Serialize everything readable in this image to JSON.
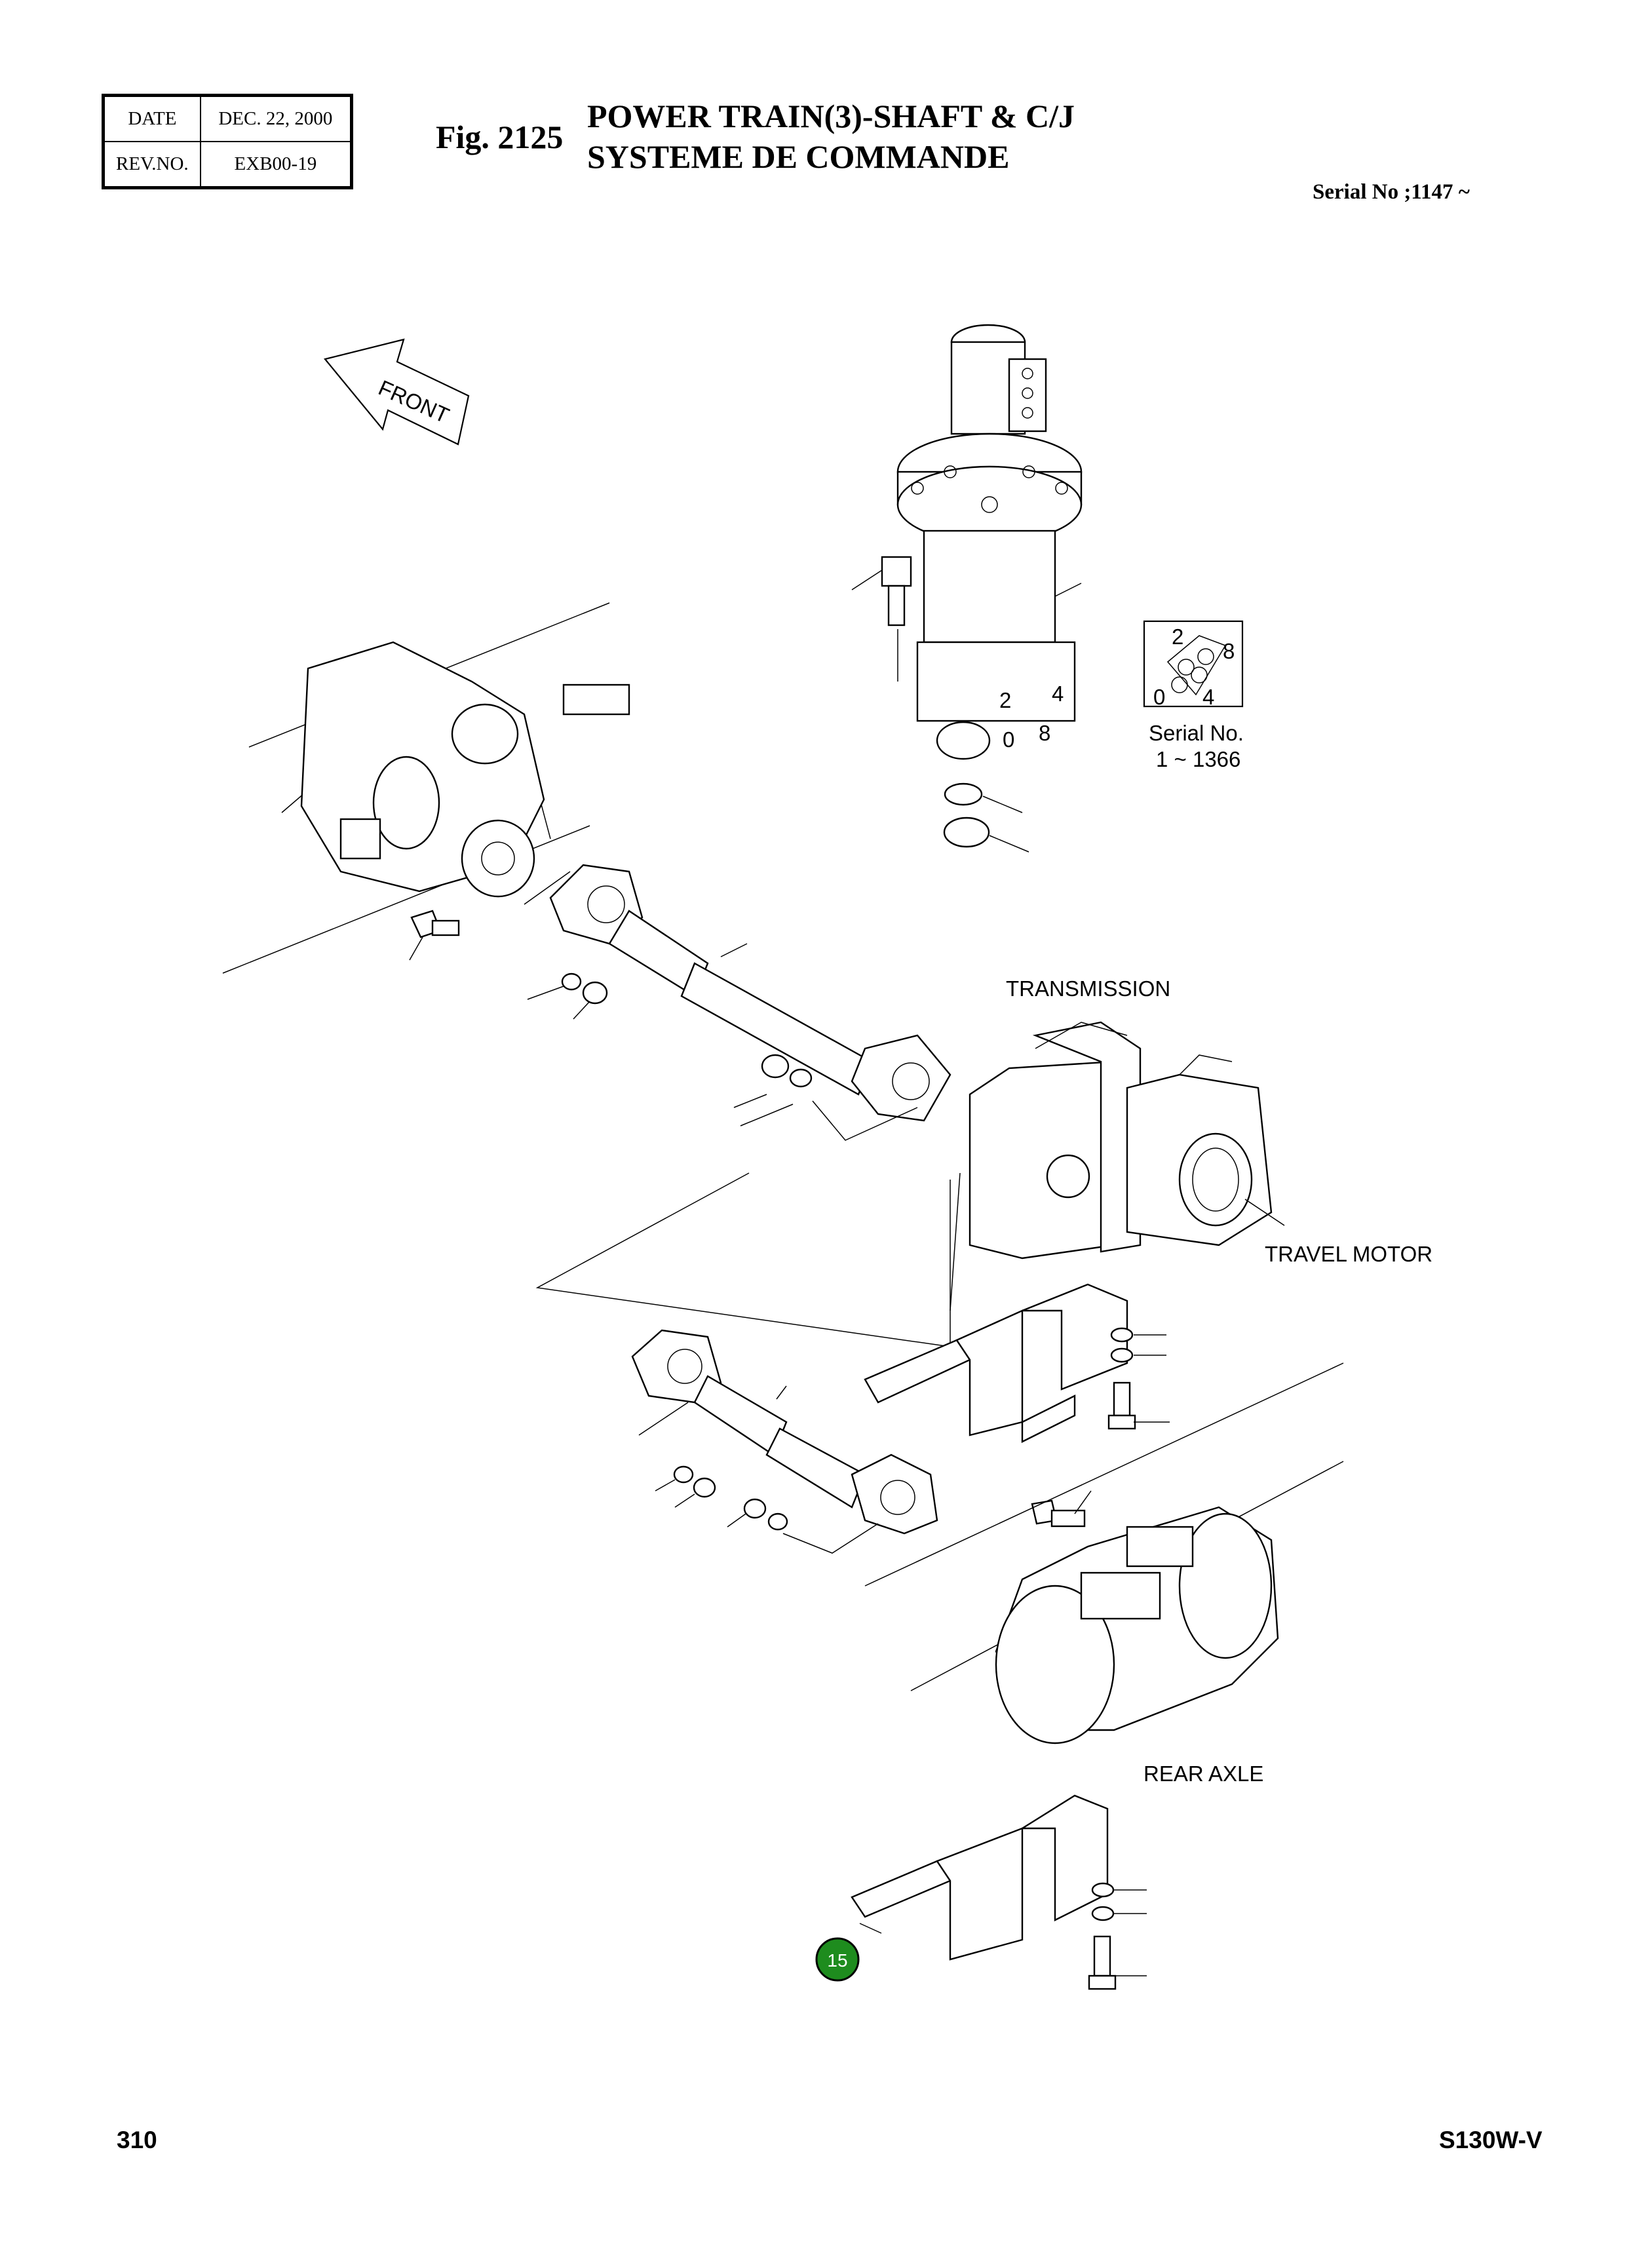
{
  "header": {
    "date_label": "DATE",
    "date_value": "DEC. 22, 2000",
    "rev_label": "REV.NO.",
    "rev_value": "EXB00-19",
    "fig_number": "Fig. 2125",
    "title_line1": "POWER TRAIN(3)-SHAFT & C/J",
    "title_line2": "SYSTEME DE COMMANDE",
    "serial": "Serial No ;1147 ~"
  },
  "diagram": {
    "front_label": "FRONT",
    "inset_numbers": {
      "top": "2",
      "right": "8",
      "left": "0",
      "bottom": "4"
    },
    "valve_numbers": {
      "top_left": "2",
      "top_right": "4",
      "bottom_left": "0",
      "bottom_right": "8"
    },
    "inset_serial_line1": "Serial No.",
    "inset_serial_line2": "1 ~ 1366",
    "transmission_label": "TRANSMISSION",
    "travel_motor_label": "TRAVEL MOTOR",
    "rear_axle_label": "REAR AXLE",
    "callout_number": "15",
    "callout_color": "#1e8c1e"
  },
  "footer": {
    "page_number": "310",
    "model": "S130W-V"
  }
}
